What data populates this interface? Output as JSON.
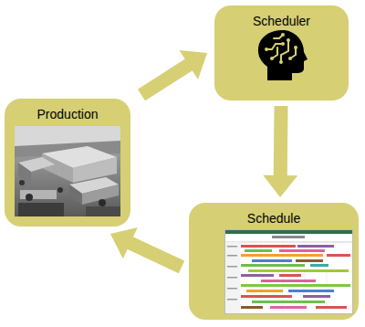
{
  "diagram": {
    "nodes": [
      {
        "text": [
          "Scheduler"
        ]
      },
      {
        "text": [
          "Production"
        ]
      },
      {
        "text": [
          "Schedule"
        ]
      }
    ],
    "edges": [
      {
        "from": 1,
        "to": 0,
        "arrow": "to"
      },
      {
        "from": 0,
        "to": 2,
        "arrow": "to"
      },
      {
        "from": 2,
        "to": 1,
        "arrow": "to"
      }
    ]
  }
}
